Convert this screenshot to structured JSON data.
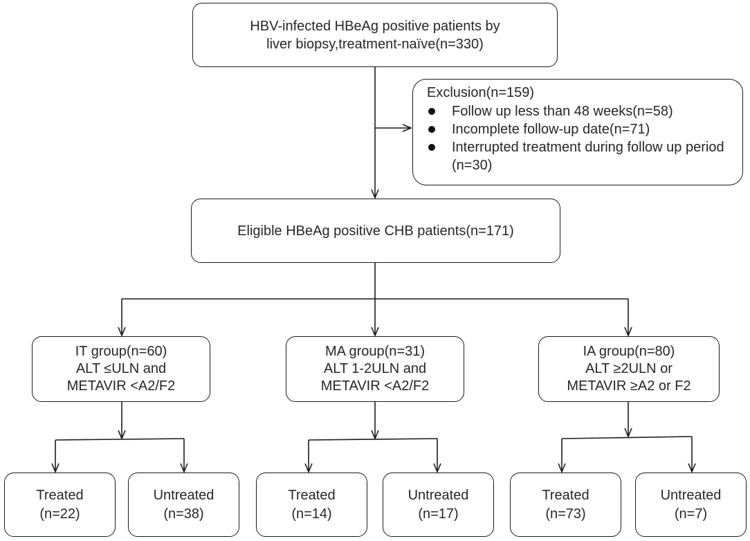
{
  "screening": {
    "line1": "HBV-infected HBeAg positive patients by",
    "line2": "liver biopsy,treatment-naïve(n=330)"
  },
  "exclusion": {
    "header": "Exclusion(n=159)",
    "items": [
      "Follow up less than 48 weeks(n=58)",
      "Incomplete follow-up date(n=71)",
      "Interrupted treatment during follow up period (n=30)"
    ]
  },
  "eligible": {
    "label": "Eligible HBeAg positive CHB patients(n=171)"
  },
  "groups": [
    {
      "line1": "IT group(n=60)",
      "line2": "ALT ≤ULN and",
      "line3": "METAVIR <A2/F2",
      "treated": {
        "label": "Treated",
        "count": "(n=22)"
      },
      "untreated": {
        "label": "Untreated",
        "count": "(n=38)"
      }
    },
    {
      "line1": "MA group(n=31)",
      "line2": "ALT 1-2ULN and",
      "line3": "METAVIR <A2/F2",
      "treated": {
        "label": "Treated",
        "count": "(n=14)"
      },
      "untreated": {
        "label": "Untreated",
        "count": "(n=17)"
      }
    },
    {
      "line1": "IA group(n=80)",
      "line2": "ALT ≥2ULN or",
      "line3": "METAVIR ≥A2 or F2",
      "treated": {
        "label": "Treated",
        "count": "(n=73)"
      },
      "untreated": {
        "label": "Untreated",
        "count": "(n=7)"
      }
    }
  ]
}
